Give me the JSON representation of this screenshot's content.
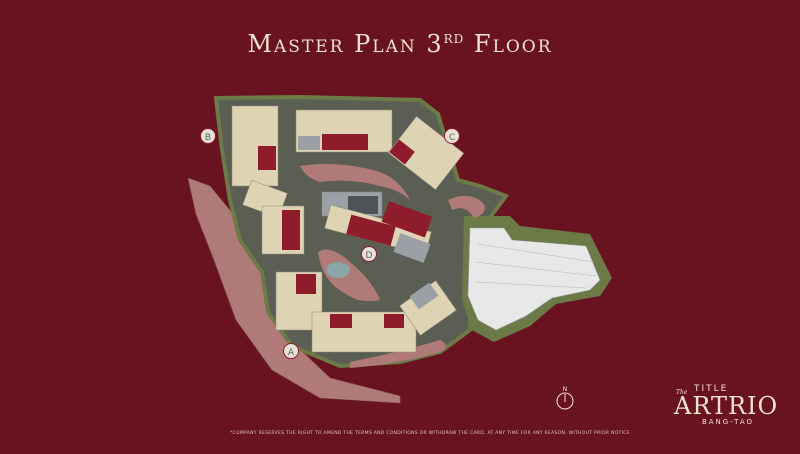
{
  "header": {
    "title_main": "Master Plan 3",
    "title_sup": "RD",
    "title_end": " Floor"
  },
  "zones": {
    "a": "A",
    "b": "B",
    "c": "C",
    "d": "D"
  },
  "compass": {
    "north": "N"
  },
  "footer": {
    "disclaimer": "*COMPANY RESERVES THE RIGHT TO AMEND THE TERMS AND CONDITIONS OR WITHDRAW THE CARD, AT ANY TIME FOR ANY REASON, WITHOUT PRIOR NOTICE."
  },
  "logo": {
    "prefix": "The",
    "brand_top": "TITLE",
    "brand_main": "ARTRIO",
    "brand_sub": "BANG-TAO"
  },
  "colors": {
    "background": "#6a1320",
    "highlight_unit": "#8e1c2a",
    "unit": "#ded4b4",
    "grey_unit": "#9aa0a6",
    "ground": "#5b5e52",
    "green": "#6c7a48",
    "road": "#b07a78",
    "parking": "#e8e8e8",
    "text_light": "#efe3cf"
  }
}
